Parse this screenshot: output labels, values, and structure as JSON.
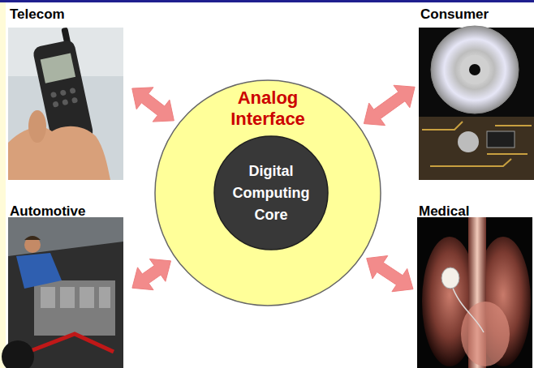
{
  "diagram": {
    "nodes": [
      {
        "text": [
          "Telecom"
        ]
      },
      {
        "text": [
          "Consumer"
        ]
      },
      {
        "text": [
          "Analog Interface"
        ]
      },
      {
        "text": [
          "Digital Computing Core"
        ],
        "in": 2
      },
      {
        "text": [
          "Automotive"
        ]
      },
      {
        "text": [
          "Medical"
        ]
      }
    ],
    "edges": [
      {
        "from": 0,
        "to": 2,
        "arrow": "both"
      },
      {
        "from": 1,
        "to": 2,
        "arrow": "both"
      },
      {
        "from": 4,
        "to": 2,
        "arrow": "both"
      },
      {
        "from": 5,
        "to": 2,
        "arrow": "both"
      }
    ]
  }
}
